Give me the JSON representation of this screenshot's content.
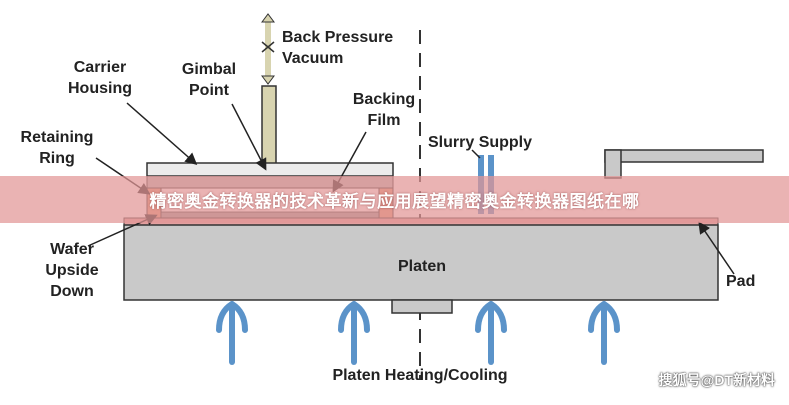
{
  "labels": {
    "back_pressure": "Back Pressure",
    "vacuum": "Vacuum",
    "carrier_1": "Carrier",
    "carrier_2": "Housing",
    "gimbal_1": "Gimbal",
    "gimbal_2": "Point",
    "backing_1": "Backing",
    "backing_2": "Film",
    "retaining_1": "Retaining",
    "retaining_2": "Ring",
    "slurry": "Slurry Supply",
    "wafer_1": "Wafer",
    "wafer_2": "Upside",
    "wafer_3": "Down",
    "platen": "Platen",
    "pad": "Pad",
    "heating": "Platen Heating/Cooling"
  },
  "banner": {
    "title": "精密奥金转换器的技术革新与应用展望精密奥金转换器图纸在哪"
  },
  "watermark": "搜狐号@DT新材料",
  "colors": {
    "platen": "#c9c9c9",
    "pad": "#e3a0a0",
    "arrows": "#5b93c9",
    "gimbal": "#d8d4b0",
    "banner": "#e29696"
  }
}
